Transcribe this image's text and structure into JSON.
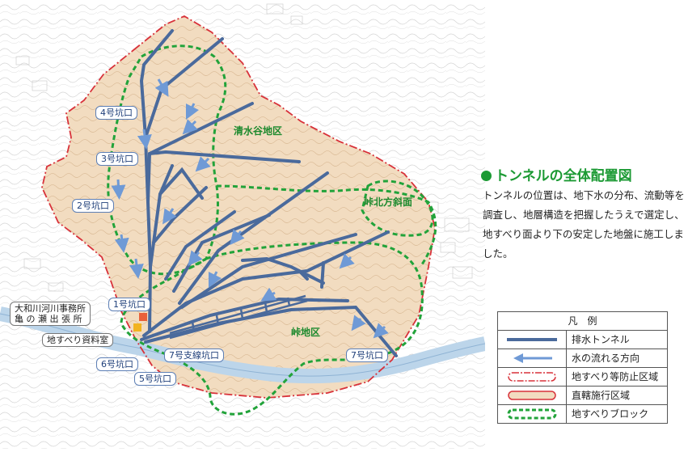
{
  "labels": {
    "adit4": "4号坑口",
    "adit3": "3号坑口",
    "adit2": "2号坑口",
    "adit1": "1号坑口",
    "adit6": "6号坑口",
    "adit5": "5号坑口",
    "adit7branch": "7号支線坑口",
    "adit7": "7号坑口",
    "area_shimizudani": "清水谷地区",
    "area_touge_north": "峠北方斜面",
    "area_touge": "峠地区",
    "office_line1": "大和川河川事務所",
    "office_line2": "亀 の 瀬 出 張 所",
    "museum": "地すべり資料室"
  },
  "title": "トンネルの全体配置図",
  "description": "トンネルの位置は、地下水の分布、流動等を調査し、地層構造を把握したうえで選定し、地すべり面より下の安定した地盤に施工しました。",
  "legend": {
    "header": "凡　例",
    "items": [
      {
        "label": "排水トンネル",
        "symbol": "drain-tunnel-line-icon"
      },
      {
        "label": "水の流れる方向",
        "symbol": "flow-arrow-icon"
      },
      {
        "label": "地すべり等防止区域",
        "symbol": "prevention-area-icon"
      },
      {
        "label": "直轄施行区域",
        "symbol": "direct-area-icon"
      },
      {
        "label": "地すべりブロック",
        "symbol": "landslide-block-icon"
      }
    ]
  },
  "colors": {
    "tunnel": "#4a6a9c",
    "arrow": "#6f9ad6",
    "boundary": "#d8323a",
    "block": "#22a33a",
    "area_fill": "#f2dcc0",
    "river": "#bcd5ea",
    "title": "#1c9a34"
  }
}
